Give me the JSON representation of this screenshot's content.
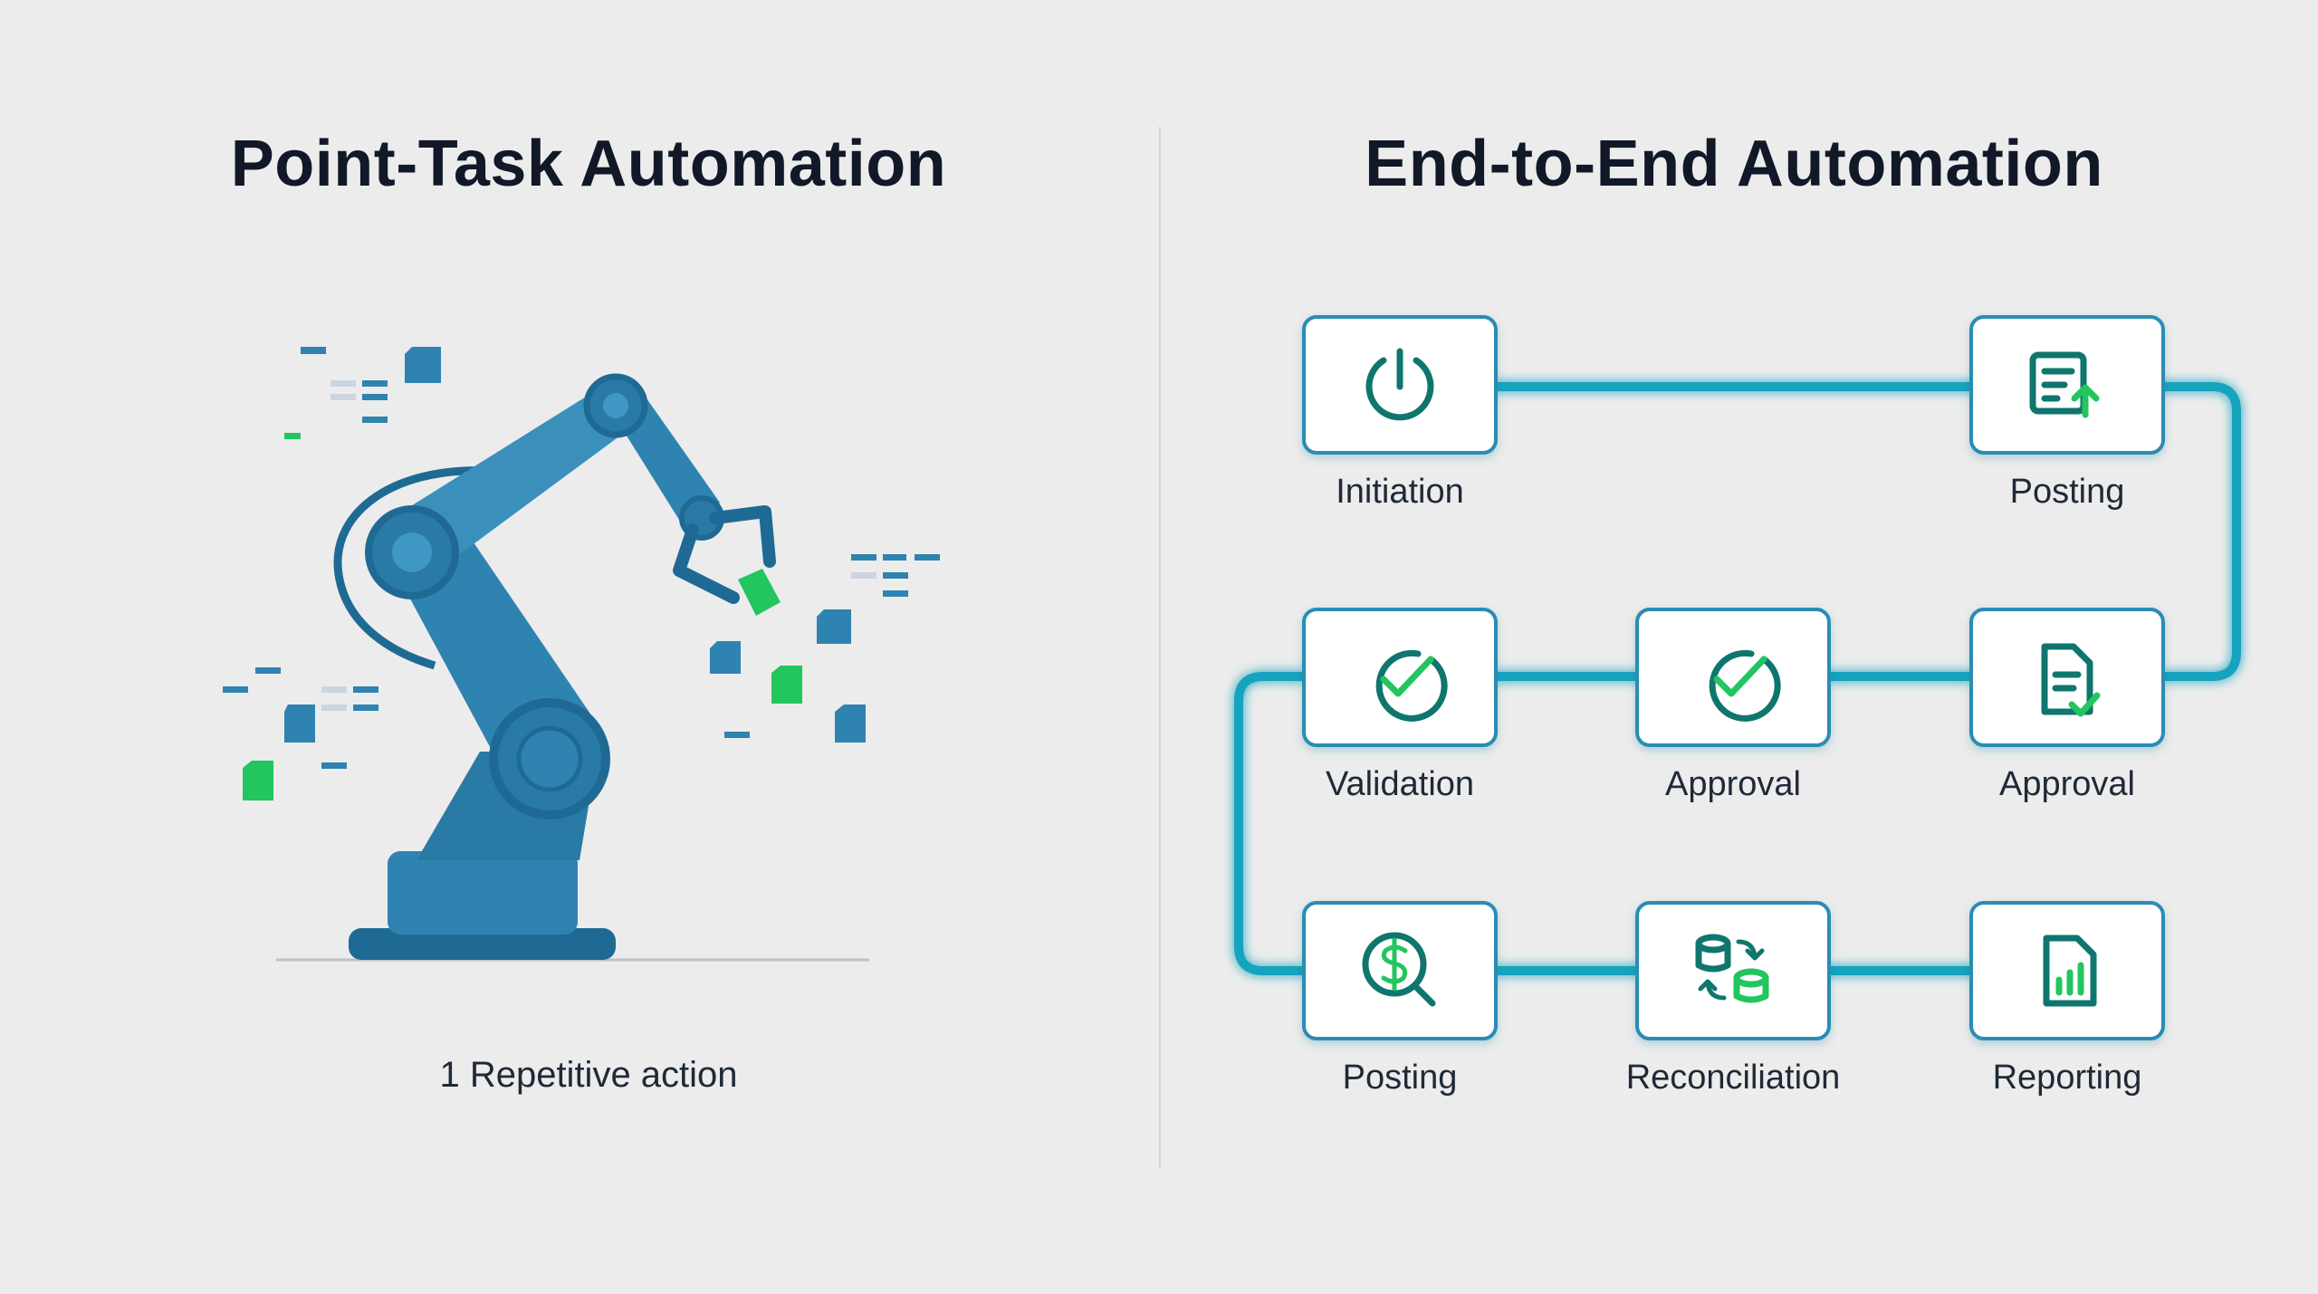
{
  "left_panel": {
    "title": "Point-Task Automation",
    "caption": "1 Repetitive action"
  },
  "right_panel": {
    "title": "End-to-End Automation",
    "nodes": [
      {
        "id": "initiation",
        "label": "Initiation",
        "icon": "power-icon",
        "row": 0,
        "col": 0
      },
      {
        "id": "posting-top",
        "label": "Posting",
        "icon": "document-upload-icon",
        "row": 0,
        "col": 2
      },
      {
        "id": "validation",
        "label": "Validation",
        "icon": "check-circle-icon",
        "row": 1,
        "col": 0
      },
      {
        "id": "approval-mid",
        "label": "Approval",
        "icon": "check-circle-icon",
        "row": 1,
        "col": 1
      },
      {
        "id": "approval-right",
        "label": "Approval",
        "icon": "document-check-icon",
        "row": 1,
        "col": 2
      },
      {
        "id": "posting-bottom",
        "label": "Posting",
        "icon": "dollar-search-icon",
        "row": 2,
        "col": 0
      },
      {
        "id": "reconciliation",
        "label": "Reconciliation",
        "icon": "database-sync-icon",
        "row": 2,
        "col": 1
      },
      {
        "id": "reporting",
        "label": "Reporting",
        "icon": "report-chart-icon",
        "row": 2,
        "col": 2
      }
    ]
  },
  "colors": {
    "background": "#ececec",
    "arm": "#2f83b0",
    "arm_dark": "#1f6a94",
    "accent_green": "#22c55e",
    "flow_line": "#16a3be",
    "icon_teal": "#0f766e",
    "node_border": "#2b8cb4"
  }
}
